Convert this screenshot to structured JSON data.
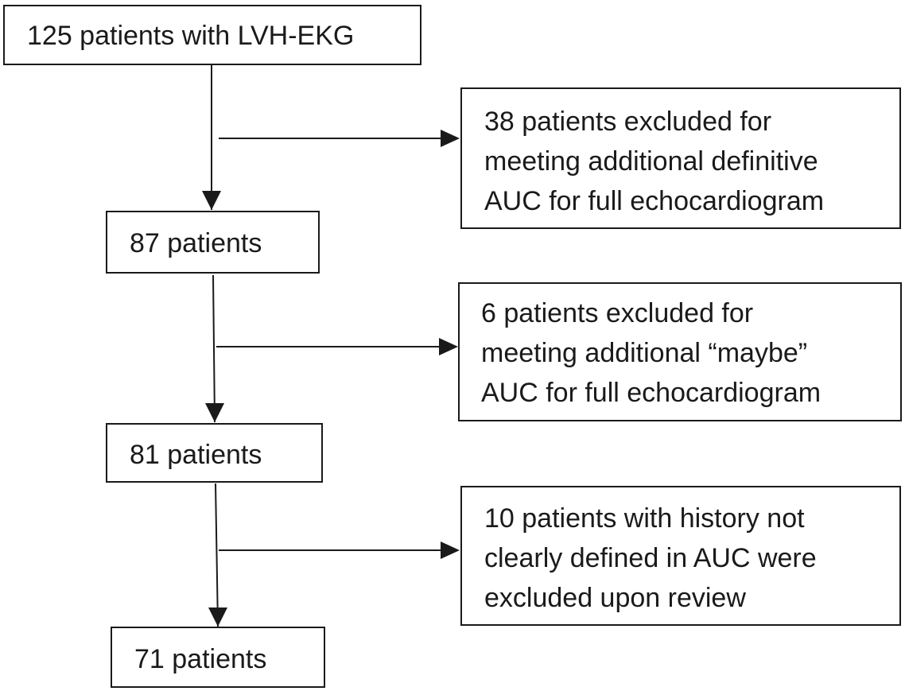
{
  "flowchart": {
    "main_boxes": [
      {
        "id": "start",
        "label": "125 patients with LVH-EKG"
      },
      {
        "id": "step1",
        "label": "87 patients"
      },
      {
        "id": "step2",
        "label": "81 patients"
      },
      {
        "id": "final",
        "label": "71 patients"
      }
    ],
    "exclusion_boxes": [
      {
        "id": "exclusion1",
        "lines": [
          "38 patients excluded for",
          "meeting additional definitive",
          "AUC for full echocardiogram"
        ]
      },
      {
        "id": "exclusion2",
        "lines": [
          "6 patients excluded for",
          "meeting additional “maybe”",
          "AUC for full echocardiogram"
        ]
      },
      {
        "id": "exclusion3",
        "lines": [
          "10 patients with history not",
          "clearly defined in AUC were",
          "excluded upon review"
        ]
      }
    ]
  }
}
